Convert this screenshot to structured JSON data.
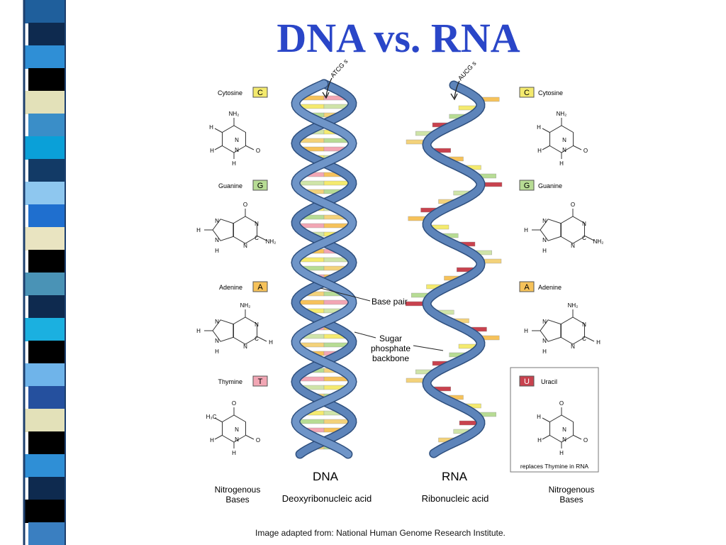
{
  "slide": {
    "title": "DNA vs. RNA",
    "credit": "Image adapted from: National Human Genome Research Institute."
  },
  "diagram": {
    "dna_top_label": "ATCG s",
    "rna_top_label": "AUCG s",
    "dna_name": "DNA",
    "rna_name": "RNA",
    "dna_full": "Deoxyribonucleic acid",
    "rna_full": "Ribonucleic acid",
    "nitrogenous_bases": "Nitrogenous",
    "nitrogenous_bases_2": "Bases",
    "base_pair": "Base pair",
    "backbone_1": "Sugar",
    "backbone_2": "phosphate",
    "backbone_3": "backbone",
    "left_bases": [
      {
        "name": "Cytosine",
        "letter": "C",
        "color": "#f4ea6e"
      },
      {
        "name": "Guanine",
        "letter": "G",
        "color": "#b7dc94"
      },
      {
        "name": "Adenine",
        "letter": "A",
        "color": "#f6c25a"
      },
      {
        "name": "Thymine",
        "letter": "T",
        "color": "#f2a6b4"
      }
    ],
    "right_bases": [
      {
        "name": "Cytosine",
        "letter": "C",
        "color": "#f4ea6e"
      },
      {
        "name": "Guanine",
        "letter": "G",
        "color": "#b7dc94"
      },
      {
        "name": "Adenine",
        "letter": "A",
        "color": "#f6c25a"
      },
      {
        "name": "Uracil",
        "letter": "U",
        "color": "#c8424e"
      }
    ],
    "uracil_note": "replaces Thymine in RNA",
    "atoms": {
      "n": "N",
      "h": "H",
      "c": "C",
      "o": "O",
      "nh2": "NH₂",
      "h3c": "H₃C"
    }
  }
}
